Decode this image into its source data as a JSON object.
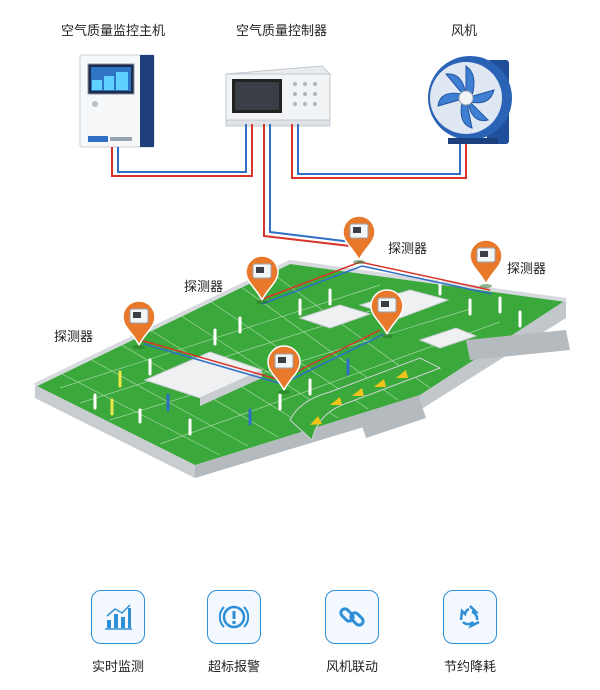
{
  "devices": {
    "host_label": "空气质量监控主机",
    "controller_label": "空气质量控制器",
    "fan_label": "风机"
  },
  "detectors": {
    "label_1": "探测器",
    "label_2": "探测器",
    "label_3": "探测器",
    "label_4": "探测器"
  },
  "features": {
    "realtime": "实时监测",
    "alarm": "超标报警",
    "fan_link": "风机联动",
    "energy": "节约降耗"
  },
  "colors": {
    "accent_blue": "#2f8fd6",
    "pin_orange": "#e8792b",
    "floor_green": "#3aa83a",
    "wire_red": "#d9342b",
    "wire_blue": "#2f6fc6"
  }
}
